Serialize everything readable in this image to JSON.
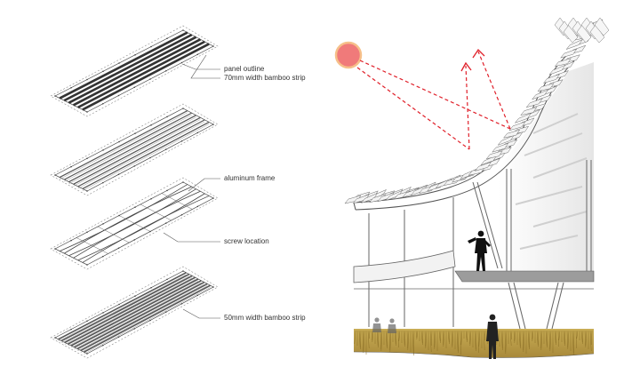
{
  "labels": {
    "panel_outline": "panel outline",
    "bamboo_70": "70mm width bamboo strip",
    "aluminum_frame": "aluminum frame",
    "screw_location": "screw location",
    "bamboo_50": "50mm width bamboo strip"
  },
  "colors": {
    "sun_fill": "#f07a7a",
    "sun_ring": "#f6c08a",
    "ray": "#e0202a",
    "grass": "#b89a45",
    "grass_dark": "#8a6e25",
    "floor_slab": "#9c9c9c",
    "line": "#555555"
  },
  "icons": {
    "sun": "sun-icon",
    "person": "person-silhouette-icon"
  }
}
